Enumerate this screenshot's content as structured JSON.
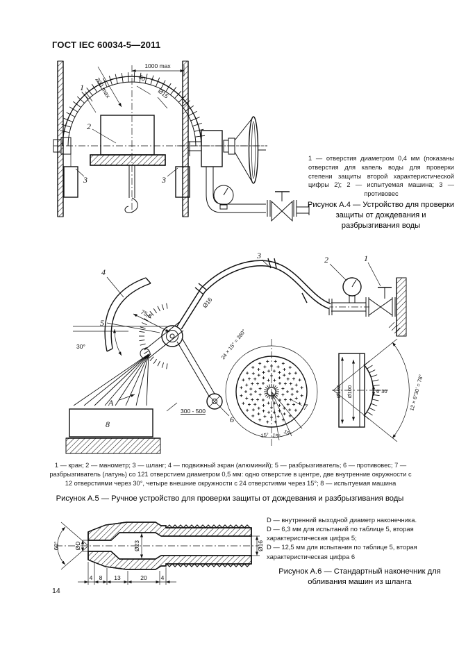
{
  "header": {
    "title": "ГОСТ IEC 60034-5—2011"
  },
  "fig_a4": {
    "drawing": {
      "part1": "1",
      "part2": "2",
      "part3_left": "3",
      "part3_right": "3",
      "dim_1000max": "1000 max",
      "dim_200max": "200 max",
      "dim_50": "50",
      "dim_d15": "Ø15"
    },
    "legend": "1 — отверстия диаметром 0,4 мм (показаны отверстия для капель воды для проверки степени защиты второй характеристической цифры 2); 2 — испытуемая машина; 3 — противовес",
    "caption": "Рисунок А.4 — Устройство для проверки защиты от дождевания и разбрызгивания воды"
  },
  "fig_a5": {
    "drawing": {
      "part1": "1",
      "part2": "2",
      "part3": "3",
      "part4": "4",
      "part5": "5",
      "part6": "6",
      "part7": "7",
      "part8": "8",
      "view_a": "А",
      "dim_758": "75,8",
      "dim_30deg": "30°",
      "dim_300_500": "300 - 500",
      "dim_d16": "Ø16",
      "dim_24x15": "24 × 15° = 360°",
      "dim_15a": "15°",
      "dim_15b": "15°",
      "dim_15c": "15°",
      "dim_d102": "Ø102",
      "dim_d100": "Ø100",
      "dim_630": "6°30'",
      "dim_12x630": "12 × 6°30' = 78°"
    },
    "legend": "1 — кран; 2 — манометр; 3 — шланг; 4 — подвижный экран (алюминий); 5 — разбрызгиватель; 6 — противовес; 7 — разбрызгиватель (латунь) со 121 отверстием диаметром 0,5 мм: одно отверстие в центре, две внутренние окружности с 12 отверстиями через 30°, четыре внешние окружности с 24 отверстиями через 15°; 8 — испытуемая машина",
    "caption": "Рисунок А.5 — Ручное устройство для проверки защиты от дождевания и разбрызгивания воды"
  },
  "fig_a6": {
    "drawing": {
      "dim_60deg": "60°",
      "dim_dD": "ØD",
      "dim_d23": "Ø23",
      "dim_d16": "Ø16",
      "dim_4a": "4",
      "dim_8": "8",
      "dim_13": "13",
      "dim_20": "20",
      "dim_4b": "4"
    },
    "notes": [
      "D — внутренний выходной диаметр наконечника.",
      "D — 6,3 мм для испытаний по таблице 5, вторая характеристическая цифра 5;",
      "D — 12,5 мм для испытания по таблице 5, вторая характеристическая цифра 6"
    ],
    "caption": "Рисунок А.6 — Стандартный наконечник для обливания машин из шланга"
  },
  "footer": {
    "page_number": "14"
  }
}
